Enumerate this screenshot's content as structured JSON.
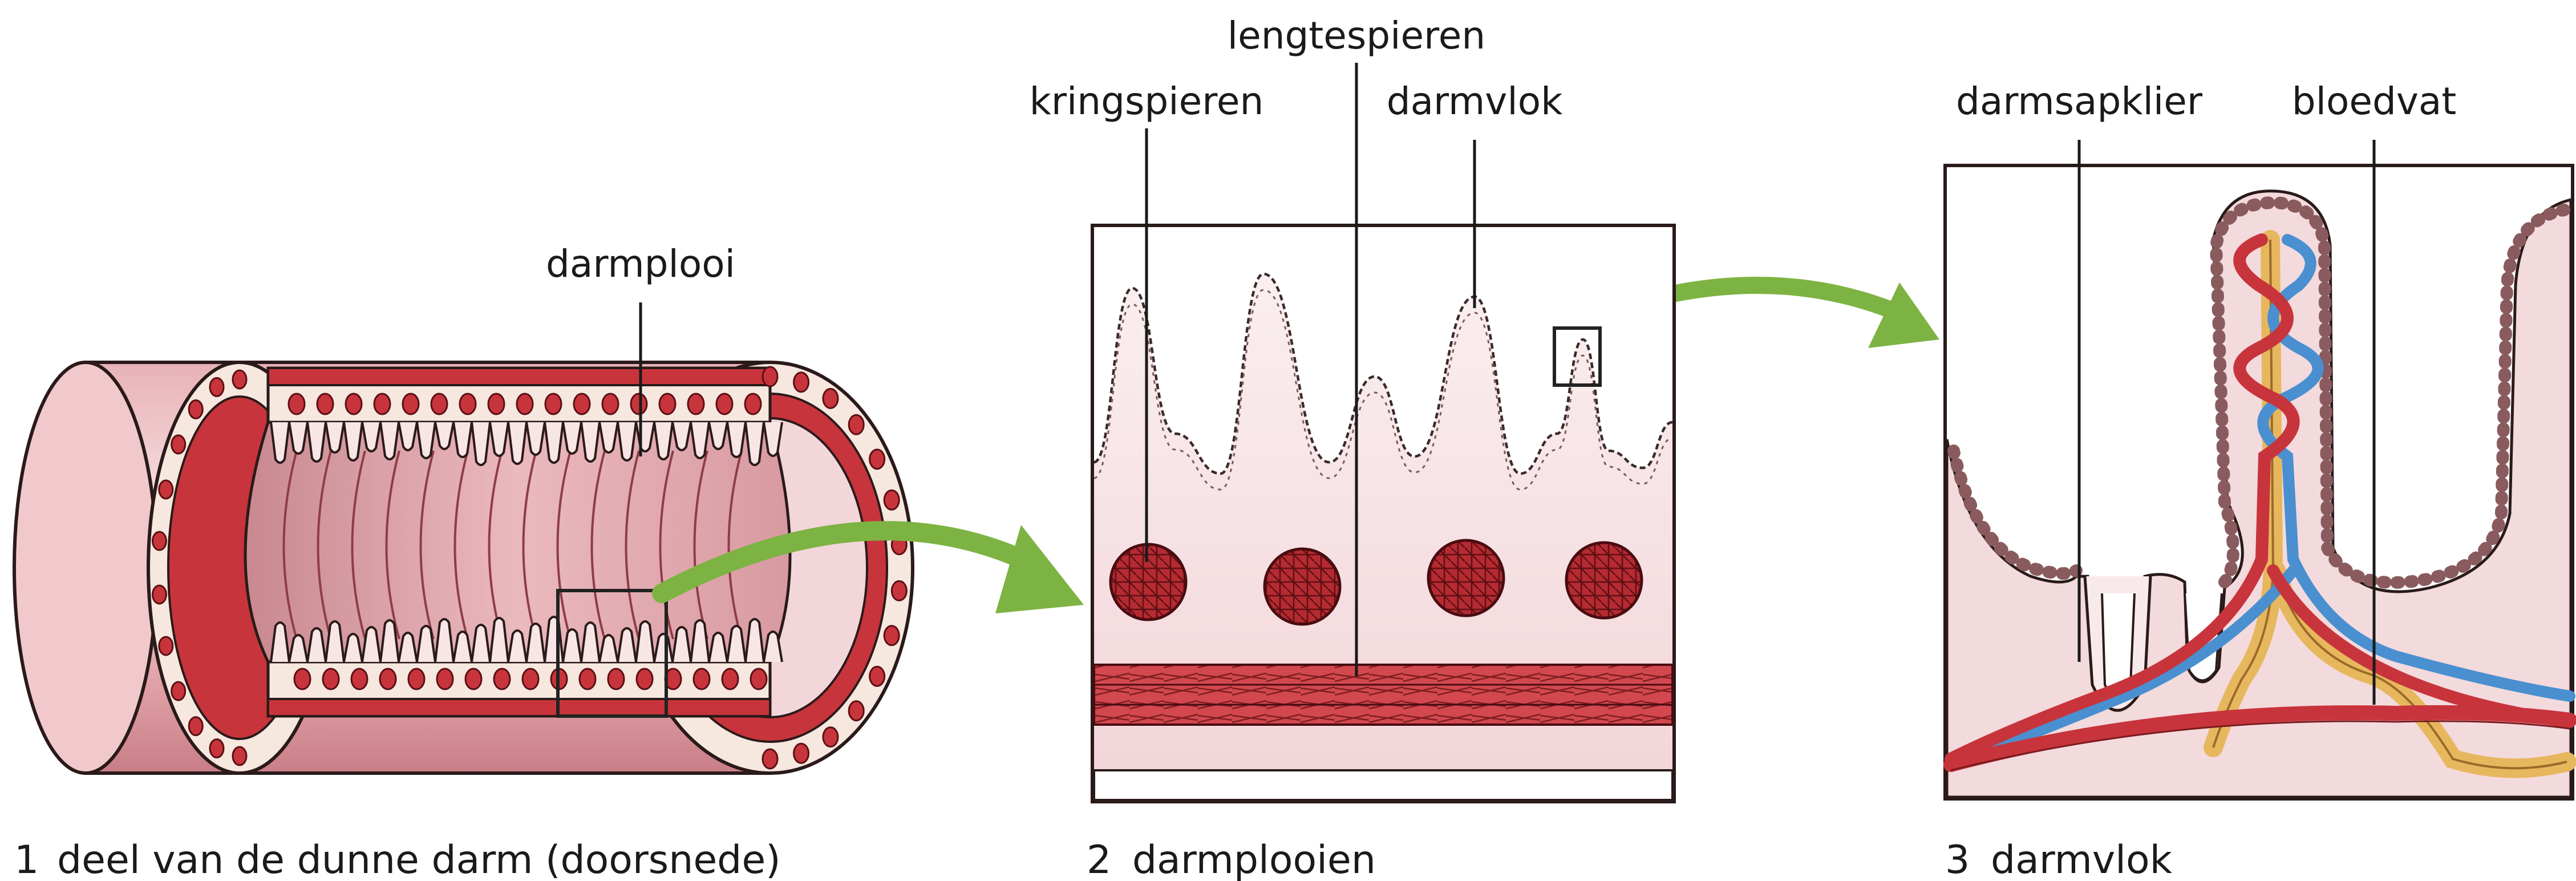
{
  "panel1": {
    "label_fold": "darmplooi",
    "caption_number": "1",
    "caption_text": "deel van de dunne darm (doorsnede)"
  },
  "panel2": {
    "label_circular": "kringspieren",
    "label_longitudinal": "lengtespieren",
    "label_villus": "darmvlok",
    "caption_number": "2",
    "caption_text": "darmplooien"
  },
  "panel3": {
    "label_gland": "darmsapklier",
    "label_vessel": "bloedvat",
    "caption_number": "3",
    "caption_text": "darmvlok"
  },
  "colors": {
    "tissue": "#f3d9dc",
    "muscle_red": "#c8343b",
    "arrow_green": "#7db342",
    "vein_blue": "#4a8fd0",
    "lymph_yellow": "#e7b75d"
  }
}
